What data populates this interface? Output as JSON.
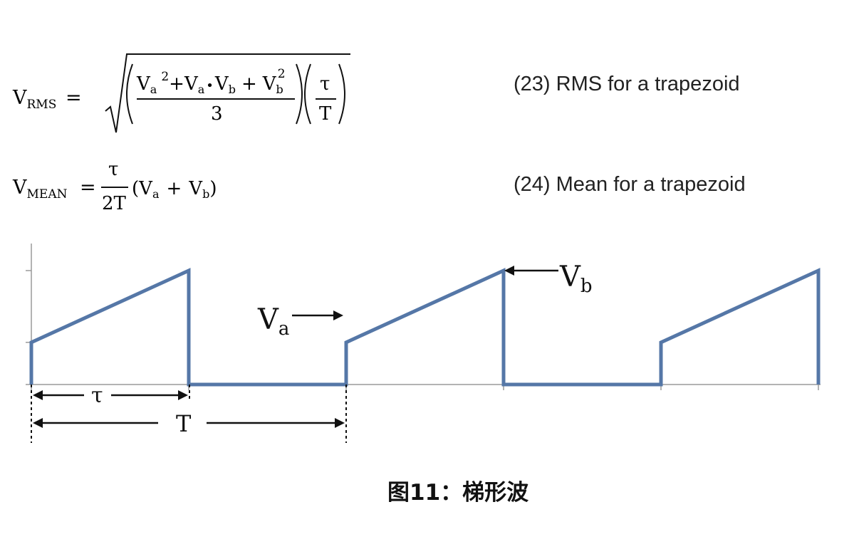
{
  "equations": [
    {
      "lhs_main": "V",
      "lhs_sub": "RMS",
      "equals": "=",
      "term_va": "V",
      "sub_a": "a",
      "sq": "2",
      "plus": "+",
      "bullet": "•",
      "term_vb": "V",
      "sub_b": "b",
      "denominator": "3",
      "tau": "τ",
      "T": "T",
      "label": "(23) RMS for a trapezoid"
    },
    {
      "lhs_main": "V",
      "lhs_sub": "MEAN",
      "equals": "=",
      "numerator": "τ",
      "denominator": "2T",
      "open": "(",
      "term_va": "V",
      "sub_a": "a",
      "plus": "+",
      "term_vb": "V",
      "sub_b": "b",
      "close": ")",
      "label": "(24) Mean for a trapezoid"
    }
  ],
  "diagram": {
    "wave_color": "#5577a7",
    "axis_color": "#9a9a9a",
    "pulses": [
      {
        "start": 0,
        "end": 1,
        "low": 0.37,
        "high": 1.0
      },
      {
        "start": 2,
        "end": 3,
        "low": 0.37,
        "high": 1.0
      },
      {
        "start": 4,
        "end": 5,
        "low": 0.37,
        "high": 1.0
      }
    ],
    "annotations": {
      "va_main": "V",
      "va_sub": "a",
      "vb_main": "V",
      "vb_sub": "b",
      "tau": "τ",
      "period": "T"
    }
  },
  "caption": "图11：梯形波"
}
